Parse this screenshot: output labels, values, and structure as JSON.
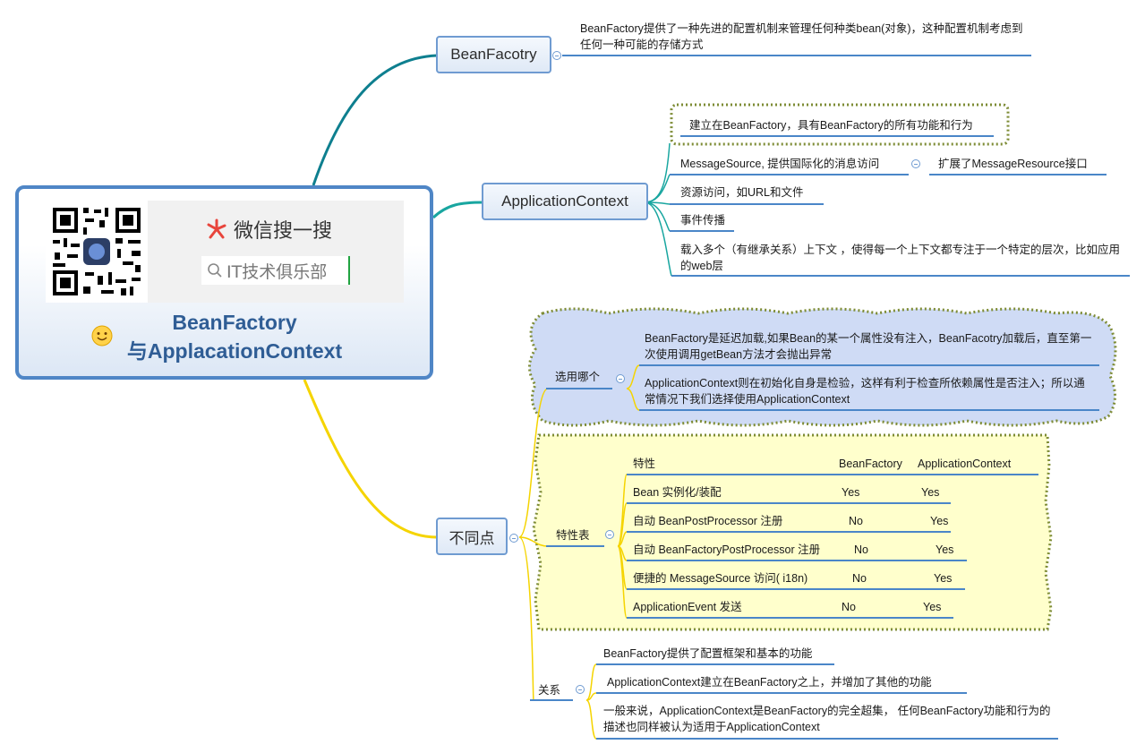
{
  "central": {
    "qr_label": "QR code",
    "wechat_search": "微信搜一搜",
    "account_name": "IT技术俱乐部",
    "title_line1": "BeanFactory",
    "title_line2": "与ApplacationContext"
  },
  "branch_beanfactory": {
    "label": "BeanFacotry",
    "note": "BeanFactory提供了一种先进的配置机制来管理任何种类bean(对象)，这种配置机制考虑到任何一种可能的存储方式"
  },
  "branch_appctx": {
    "label": "ApplicationContext",
    "items": [
      "建立在BeanFactory，具有BeanFactory的所有功能和行为",
      "MessageSource, 提供国际化的消息访问",
      "扩展了MessageResource接口",
      "资源访问，如URL和文件",
      "事件传播",
      " 载入多个（有继承关系）上下文 ，使得每一个上下文都专注于一个特定的层次，比如应用的web层"
    ]
  },
  "branch_diff": {
    "label": "不同点",
    "choose": {
      "label": "选用哪个",
      "items": [
        "BeanFactory是延迟加载,如果Bean的某一个属性没有注入，BeanFacotry加载后，直至第一次使用调用getBean方法才会抛出异常",
        "ApplicationContext则在初始化自身是检验，这样有利于检查所依赖属性是否注入；所以通常情况下我们选择使用ApplicationContext"
      ]
    },
    "features": {
      "label": "特性表",
      "headers": [
        "特性",
        "BeanFactory",
        "ApplicationContext"
      ],
      "rows": [
        [
          "Bean 实例化/装配",
          "Yes",
          "Yes"
        ],
        [
          "自动 BeanPostProcessor 注册",
          "No",
          "Yes"
        ],
        [
          "自动 BeanFactoryPostProcessor 注册",
          "No",
          "Yes"
        ],
        [
          "便捷的 MessageSource 访问( i18n)",
          "No",
          "Yes"
        ],
        [
          "ApplicationEvent 发送",
          "No",
          "Yes"
        ]
      ]
    },
    "relation": {
      "label": "关系",
      "items": [
        "BeanFactory提供了配置框架和基本的功能",
        "ApplicationContext建立在BeanFactory之上，并增加了其他的功能",
        "一般来说，ApplicationContext是BeanFactory的完全超集， 任何BeanFactory功能和行为的描述也同样被认为适用于ApplicationContext"
      ]
    }
  },
  "colors": {
    "line_blue": "#4a86c8",
    "branch_teal": "#00868b",
    "branch_yellow": "#f5d400",
    "cloud_blue": "#cfdbf5",
    "cloud_yellow": "#ffffcc",
    "cloud_border": "#7e8c36"
  }
}
